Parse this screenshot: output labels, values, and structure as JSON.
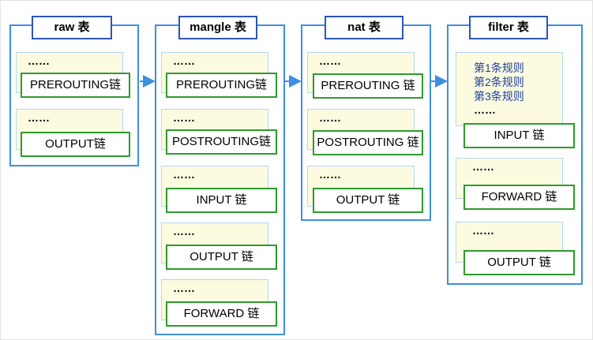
{
  "tables": [
    {
      "title": "raw 表",
      "chains": [
        {
          "dots": "……",
          "label": "PREROUTING链"
        },
        {
          "dots": "……",
          "label": "OUTPUT链"
        }
      ]
    },
    {
      "title": "mangle 表",
      "chains": [
        {
          "dots": "……",
          "label": "PREROUTING链"
        },
        {
          "dots": "……",
          "label": "POSTROUTING链"
        },
        {
          "dots": "……",
          "label": "INPUT 链"
        },
        {
          "dots": "……",
          "label": "OUTPUT 链"
        },
        {
          "dots": "……",
          "label": "FORWARD 链"
        }
      ]
    },
    {
      "title": "nat 表",
      "chains": [
        {
          "dots": "……",
          "label": "PREROUTING 链"
        },
        {
          "dots": "……",
          "label": "POSTROUTING 链"
        },
        {
          "dots": "……",
          "label": "OUTPUT 链"
        }
      ]
    },
    {
      "title": "filter 表",
      "rules": [
        "第1条规则",
        "第2条规则",
        "第3条规则"
      ],
      "chains": [
        {
          "dots": "……",
          "label": "INPUT 链"
        },
        {
          "dots": "……",
          "label": "FORWARD 链"
        },
        {
          "dots": "……",
          "label": "OUTPUT 链"
        }
      ]
    }
  ],
  "colors": {
    "table_border": "#3d8fe0",
    "title_border": "#2d56b2",
    "chain_border": "#2e9a2e",
    "rule_fill": "#fcfbe0",
    "rule_text": "#1f3fa0"
  }
}
